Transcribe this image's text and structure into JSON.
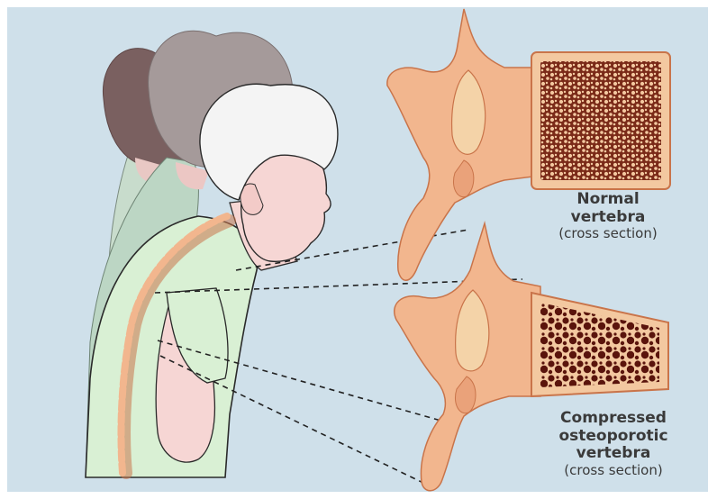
{
  "colors": {
    "background": "#cfe0ea",
    "bone": "#f2b68e",
    "bone_outline": "#c9744a",
    "trabecular_normal": "#7a2a18",
    "trabecular_porotic": "#5a140c",
    "shirt": "#d9f0d4",
    "skin": "#f6d6d4",
    "hair_white": "#f4f4f4",
    "hair_grey": "#a59a9a",
    "hair_dark": "#7a6060"
  },
  "labels": {
    "normal": {
      "line1": "Normal",
      "line2": "vertebra",
      "line3": "(cross section)"
    },
    "compressed": {
      "line1": "Compressed",
      "line2": "osteoporotic",
      "line3": "vertebra",
      "line4": "(cross section)"
    }
  }
}
